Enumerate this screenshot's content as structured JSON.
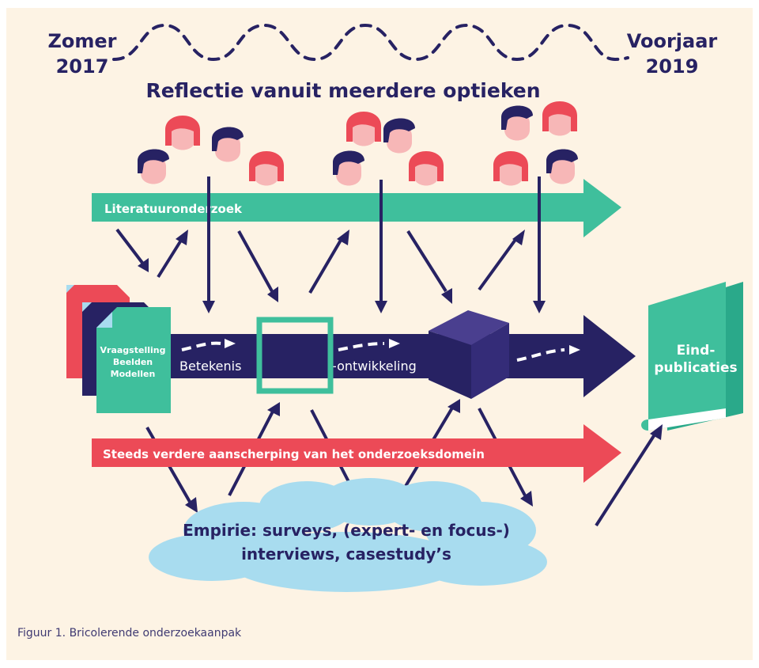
{
  "timeline": {
    "start_label_line1": "Zomer",
    "start_label_line2": "2017",
    "end_label_line1": "Voorjaar",
    "end_label_line2": "2019"
  },
  "heading": "Reflectie vanuit meerdere optieken",
  "literature_arrow_label": "Literatuuronderzoek",
  "documents": {
    "line1": "Vraagstelling",
    "line2": "Beelden",
    "line3": "Modellen"
  },
  "process": {
    "label_left": "Betekenis",
    "label_right": "-ontwikkeling"
  },
  "book_label": {
    "line1": "Eind-",
    "line2": "publicaties"
  },
  "refinement_arrow_label": "Steeds verdere aanscherping van het onderzoeksdomein",
  "cloud": {
    "line1": "Empirie: surveys, (expert- en focus-)",
    "line2": "interviews, casestudy’s"
  },
  "caption": "Figuur 1. Bricolerende onderzoekaanpak",
  "colors": {
    "navy": "#272263",
    "teal": "#3fbf9c",
    "red": "#ec4a57",
    "skin": "#f7b7b7",
    "cloud": "#a8dcef",
    "background": "#fdf3e4"
  }
}
